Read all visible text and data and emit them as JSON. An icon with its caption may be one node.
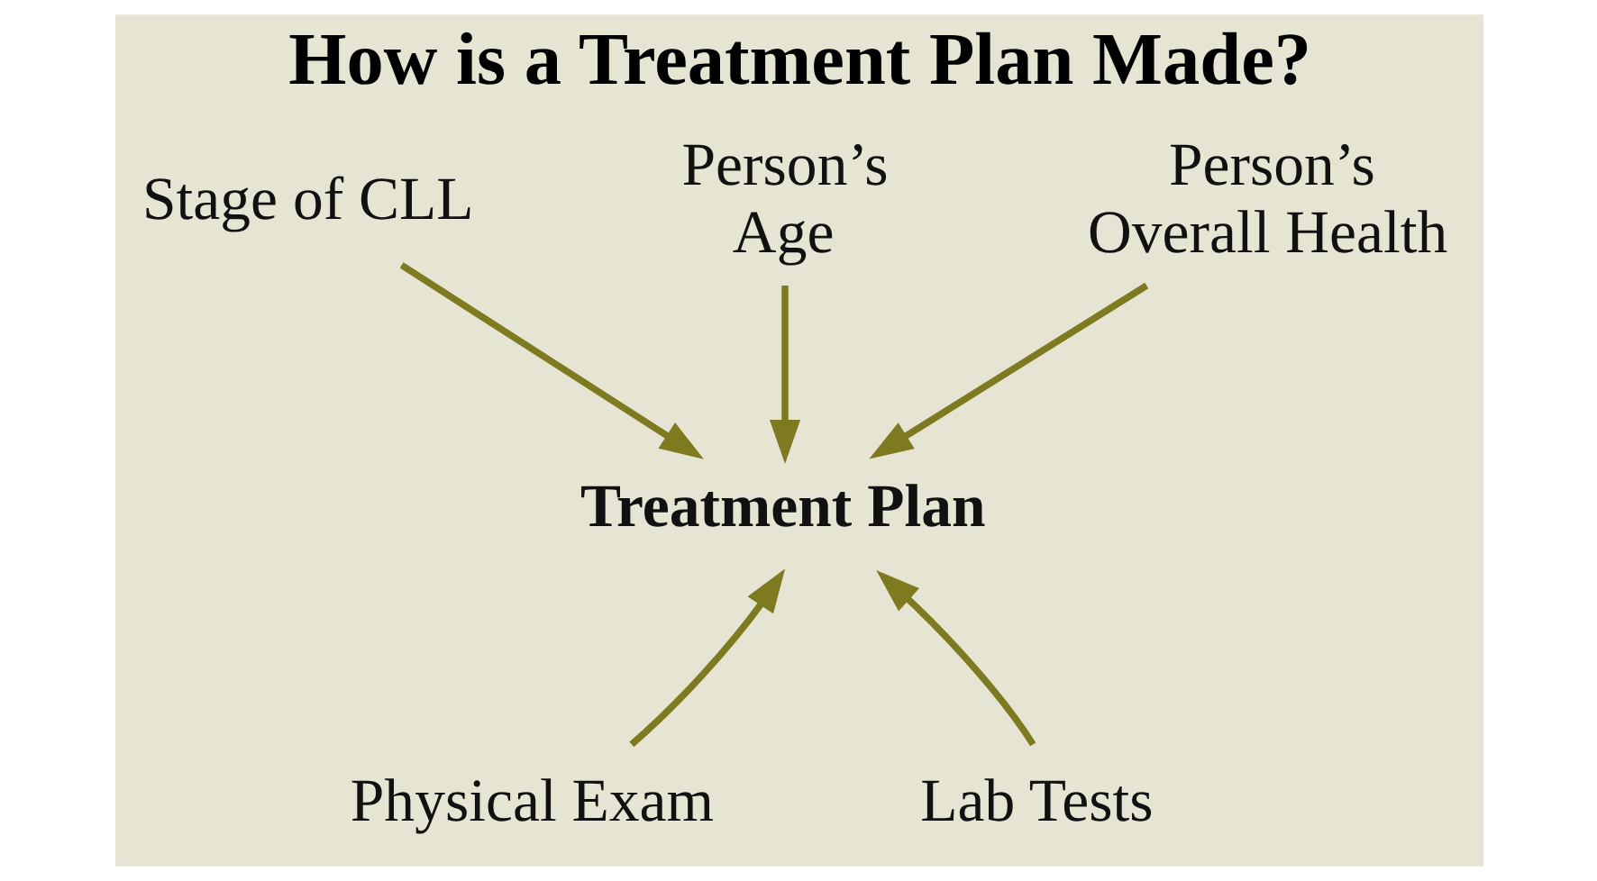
{
  "diagram": {
    "title": "How is a Treatment Plan Made?",
    "nodes": [
      {
        "text": [
          "Stage of CLL"
        ]
      },
      {
        "text": [
          "Person’s Age"
        ]
      },
      {
        "text": [
          "Person’s Overall Health"
        ]
      },
      {
        "text": [
          "Treatment Plan"
        ]
      },
      {
        "text": [
          "Physical Exam"
        ]
      },
      {
        "text": [
          "Lab Tests"
        ]
      }
    ],
    "edges": [
      {
        "from": 0,
        "to": 3,
        "arrow": "to"
      },
      {
        "from": 1,
        "to": 3,
        "arrow": "to"
      },
      {
        "from": 2,
        "to": 3,
        "arrow": "to"
      },
      {
        "from": 4,
        "to": 3,
        "arrow": "to"
      },
      {
        "from": 5,
        "to": 3,
        "arrow": "to"
      }
    ]
  }
}
